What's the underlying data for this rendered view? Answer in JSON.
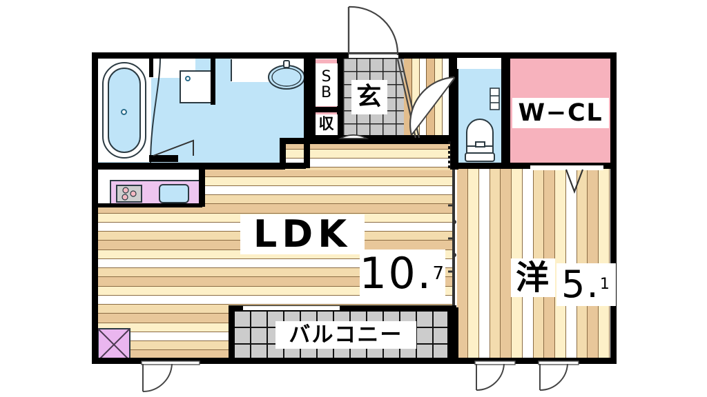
{
  "plan": {
    "title": "Japanese apartment floor plan (madori)",
    "unit_type": "1LDK",
    "rooms": [
      {
        "key": "ldk",
        "label": "LDK",
        "area": "10.7",
        "area_int": "10",
        "area_dec": "7",
        "flooring": "horizontal-wood"
      },
      {
        "key": "washitsu_yo",
        "label": "洋",
        "area": "5.1",
        "area_int": "5",
        "area_dec": "1",
        "flooring": "vertical-wood"
      },
      {
        "key": "wcl",
        "label": "W−CL",
        "area": "",
        "flooring": "pink-closet"
      },
      {
        "key": "genkan",
        "label": "玄",
        "area": "",
        "flooring": "tile"
      },
      {
        "key": "balcony",
        "label": "バルコニー",
        "area": "",
        "flooring": "balcony-tile"
      },
      {
        "key": "shoebox",
        "label_line1": "S",
        "label_line2": "B",
        "label": "SB",
        "area": ""
      },
      {
        "key": "storage",
        "label": "収",
        "area": ""
      }
    ]
  },
  "labels": {
    "ldk": "LDK",
    "ldk_area_int": "10",
    "ldk_area_dot": ".",
    "ldk_area_dec": "7",
    "wcl": "W−CL",
    "yoshitsu": "洋",
    "yo_area_int": "5",
    "yo_area_dot": ".",
    "yo_area_dec": "1",
    "genkan": "玄",
    "balcony": "バルコニー",
    "shoebox_l1": "S",
    "shoebox_l2": "B",
    "storage": "収"
  },
  "fixtures": [
    {
      "name": "bathtub",
      "room": "bathroom"
    },
    {
      "name": "bathtub-drain",
      "room": "bathroom"
    },
    {
      "name": "washbasin-vanity",
      "room": "washroom"
    },
    {
      "name": "washing-machine-space",
      "room": "ldk"
    },
    {
      "name": "kitchen-counter",
      "room": "ldk"
    },
    {
      "name": "gas-stove-3-burner",
      "room": "ldk"
    },
    {
      "name": "kitchen-sink",
      "room": "ldk"
    },
    {
      "name": "toilet",
      "room": "toilet-room"
    },
    {
      "name": "toilet-paper-holder",
      "room": "toilet-room"
    },
    {
      "name": "refrigerator-space",
      "room": "washroom"
    }
  ],
  "doors": [
    {
      "name": "entrance-door",
      "type": "hinged-out",
      "location": "top-center"
    },
    {
      "name": "genkan-hall-door",
      "type": "hinged",
      "location": "entry-hall"
    },
    {
      "name": "ldk-hall-door",
      "type": "hinged",
      "location": "entry-hall"
    },
    {
      "name": "bathroom-door",
      "type": "folding",
      "location": "bathroom"
    },
    {
      "name": "storage-door",
      "type": "hinged",
      "location": "genkan"
    },
    {
      "name": "balcony-window-left",
      "type": "hinged",
      "location": "bottom-left"
    },
    {
      "name": "bedroom-window-left",
      "type": "hinged",
      "location": "bottom-right"
    },
    {
      "name": "bedroom-window-right",
      "type": "hinged",
      "location": "bottom-right"
    },
    {
      "name": "wcl-sliding-door",
      "type": "sliding",
      "location": "bedroom-top"
    },
    {
      "name": "ldk-bedroom-partition",
      "type": "sliding",
      "location": "center-right"
    }
  ],
  "colors": {
    "wall": "#000000",
    "water": "#bfe4f8",
    "closet_pink": "#f7b2bd",
    "tile_gray": "#c9c9c9",
    "balcony_gray": "#cccccc",
    "kitchen_purple": "#edc5ef",
    "wood_dark": "#e8c79a",
    "wood_light": "#fdf0c8",
    "background": "#ffffff"
  }
}
